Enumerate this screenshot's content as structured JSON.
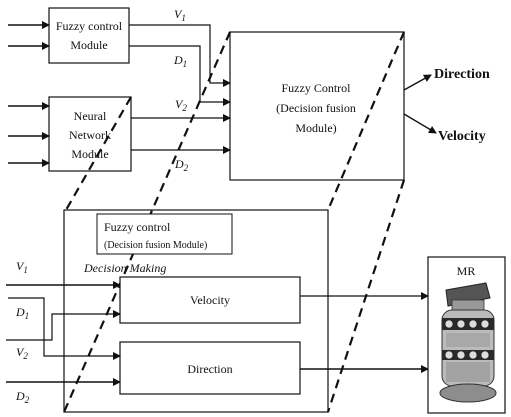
{
  "top_left_box_1": {
    "line1": "Fuzzy control",
    "line2": "Module"
  },
  "top_left_box_2": {
    "line1": "Neural",
    "line2": "Network",
    "line3": "Module"
  },
  "top_signals": {
    "v1": "V",
    "v1_sub": "1",
    "d1": "D",
    "d1_sub": "1",
    "v2": "V",
    "v2_sub": "2",
    "d2": "D",
    "d2_sub": "2"
  },
  "fusion_box_top": {
    "line1": "Fuzzy Control",
    "line2": "(Decision fusion",
    "line3": "Module)"
  },
  "outputs": {
    "direction": "Direction",
    "velocity": "Velocity"
  },
  "expanded_box": {
    "title_line1": "Fuzzy control",
    "title_line2": "(Decision fusion Module)",
    "section_label": "Decision Making"
  },
  "blocks": {
    "velocity": "Velocity",
    "direction": "Direction"
  },
  "bottom_signals": {
    "v1": "V",
    "v1_sub": "1",
    "d1": "D",
    "d1_sub": "1",
    "v2": "V",
    "v2_sub": "2",
    "d2": "D",
    "d2_sub": "2"
  },
  "robot": {
    "label": "MR",
    "icon": "robot-icon"
  },
  "colors": {
    "stroke": "#111111",
    "background": "#ffffff"
  }
}
